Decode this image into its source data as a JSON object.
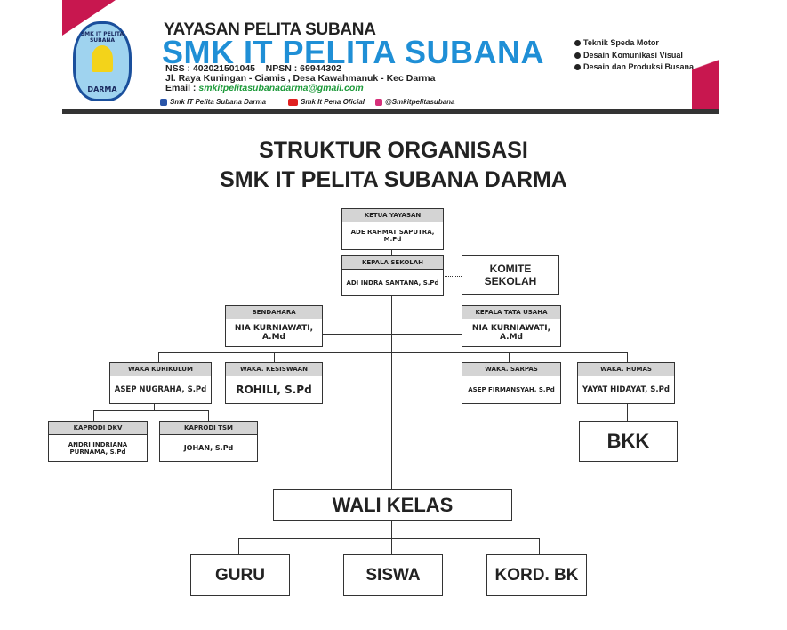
{
  "header": {
    "logo_text_top": "SMK IT PELITA SUBANA",
    "logo_text_bottom": "DARMA",
    "foundation": "YAYASAN PELITA SUBANA",
    "school": "SMK IT PELITA SUBANA",
    "ids": "NSS : 402021501045    NPSN : 69944302",
    "address": "Jl. Raya Kuningan - Ciamis , Desa Kawahmanuk - Kec Darma",
    "email_label": "Email : ",
    "email": "smkitpelitasubanadarma@gmail.com",
    "social": [
      "Smk IT Pelita Subana Darma",
      "Smk It Pena Oficial",
      "@Smkitpelitasubana"
    ],
    "programs": [
      "Teknik Speda Motor",
      "Desain Komunikasi Visual",
      "Desain dan Produksi Busana"
    ]
  },
  "title": [
    "STRUKTUR ORGANISASI",
    "SMK IT PELITA SUBANA DARMA"
  ],
  "org": {
    "ketua": {
      "role": "KETUA YAYASAN",
      "name": "ADE RAHMAT SAPUTRA, M.Pd"
    },
    "kepsek": {
      "role": "KEPALA SEKOLAH",
      "name": "ADI INDRA SANTANA, S.Pd"
    },
    "komite": "KOMITE SEKOLAH",
    "bendahara": {
      "role": "BENDAHARA",
      "name": "NIA KURNIAWATI, A.Md"
    },
    "ktu": {
      "role": "KEPALA TATA USAHA",
      "name": "NIA KURNIAWATI, A.Md"
    },
    "kurikulum": {
      "role": "WAKA KURIKULUM",
      "name": "ASEP NUGRAHA, S.Pd"
    },
    "kesiswaan": {
      "role": "WAKA. KESISWAAN",
      "name": "ROHILI, S.Pd"
    },
    "sarpas": {
      "role": "WAKA. SARPAS",
      "name": "ASEP FIRMANSYAH, S.Pd"
    },
    "humas": {
      "role": "WAKA. HUMAS",
      "name": "YAYAT HIDAYAT, S.Pd"
    },
    "dkv": {
      "role": "KAPRODI DKV",
      "name": "ANDRI INDRIANA PURNAMA, S.Pd"
    },
    "tsm": {
      "role": "KAPRODI TSM",
      "name": "JOHAN, S.Pd"
    },
    "bkk": "BKK",
    "wali": "WALI KELAS",
    "guru": "GURU",
    "siswa": "SISWA",
    "bk": "KORD. BK"
  }
}
